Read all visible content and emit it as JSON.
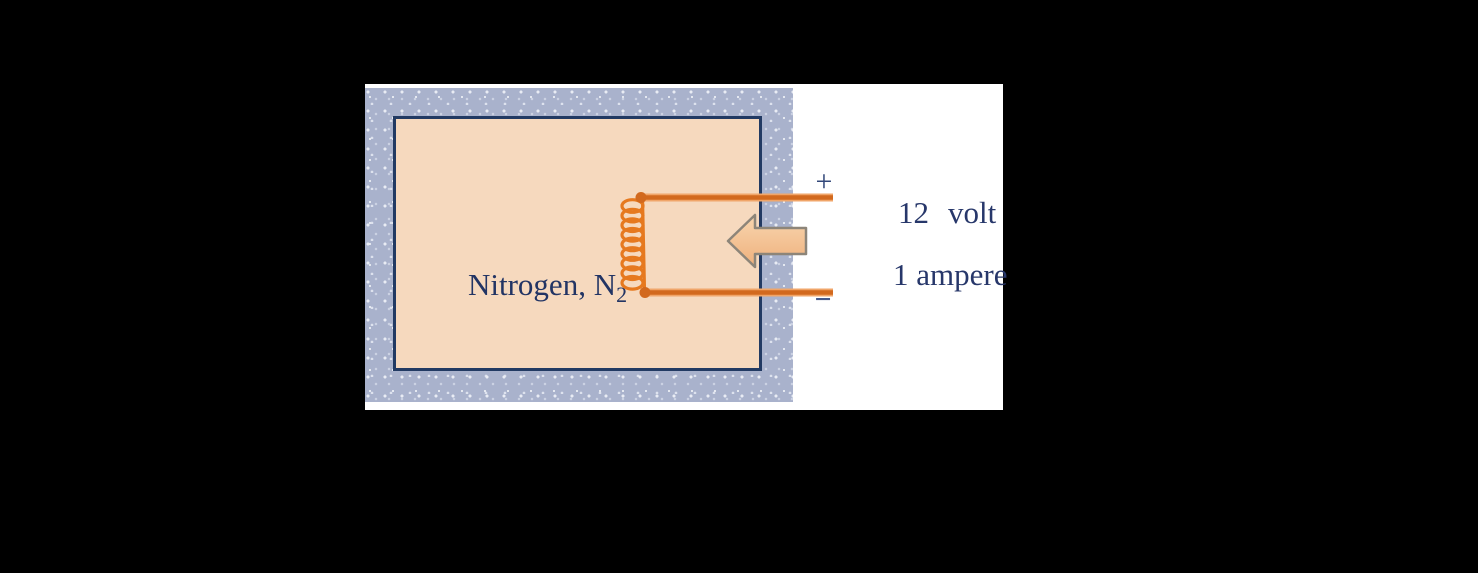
{
  "figure": {
    "chamber_label": {
      "text": "Nitrogen, N",
      "subscript": "2"
    },
    "terminals": {
      "positive": "+",
      "negative": "−"
    },
    "readings": {
      "voltage_value": "12",
      "voltage_unit": "volt",
      "current": "1 ampere"
    },
    "icons": {
      "heating_coil": "coil-icon",
      "energy_arrow": "left-arrow-icon"
    },
    "colors": {
      "background": "#000000",
      "panel_white": "#ffffff",
      "insulation_blue": "#a9b2cc",
      "chamber_peach": "#f6d9be",
      "border_navy": "#223a63",
      "wire_orange": "#d2691e",
      "arrow_fill": "#f3c395",
      "text_navy": "#27376a"
    }
  }
}
